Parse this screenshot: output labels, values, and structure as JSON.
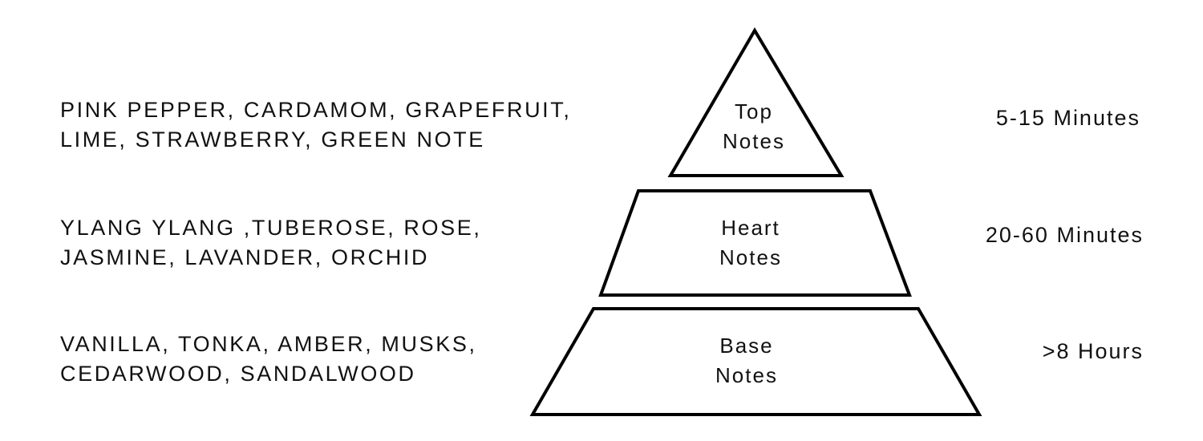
{
  "tiers": [
    {
      "label_line1": "Top",
      "label_line2": "Notes",
      "notes_line1": "PINK PEPPER, CARDAMOM, GRAPEFRUIT,",
      "notes_line2": "LIME, STRAWBERRY, GREEN NOTE",
      "duration": "5-15 Minutes"
    },
    {
      "label_line1": "Heart",
      "label_line2": "Notes",
      "notes_line1": "YLANG YLANG ,TUBEROSE, ROSE,",
      "notes_line2": "JASMINE, LAVANDER, ORCHID",
      "duration": "20-60 Minutes"
    },
    {
      "label_line1": "Base",
      "label_line2": "Notes",
      "notes_line1": "VANILLA, TONKA, AMBER, MUSKS,",
      "notes_line2": "CEDARWOOD, SANDALWOOD",
      "duration": ">8 Hours"
    }
  ]
}
